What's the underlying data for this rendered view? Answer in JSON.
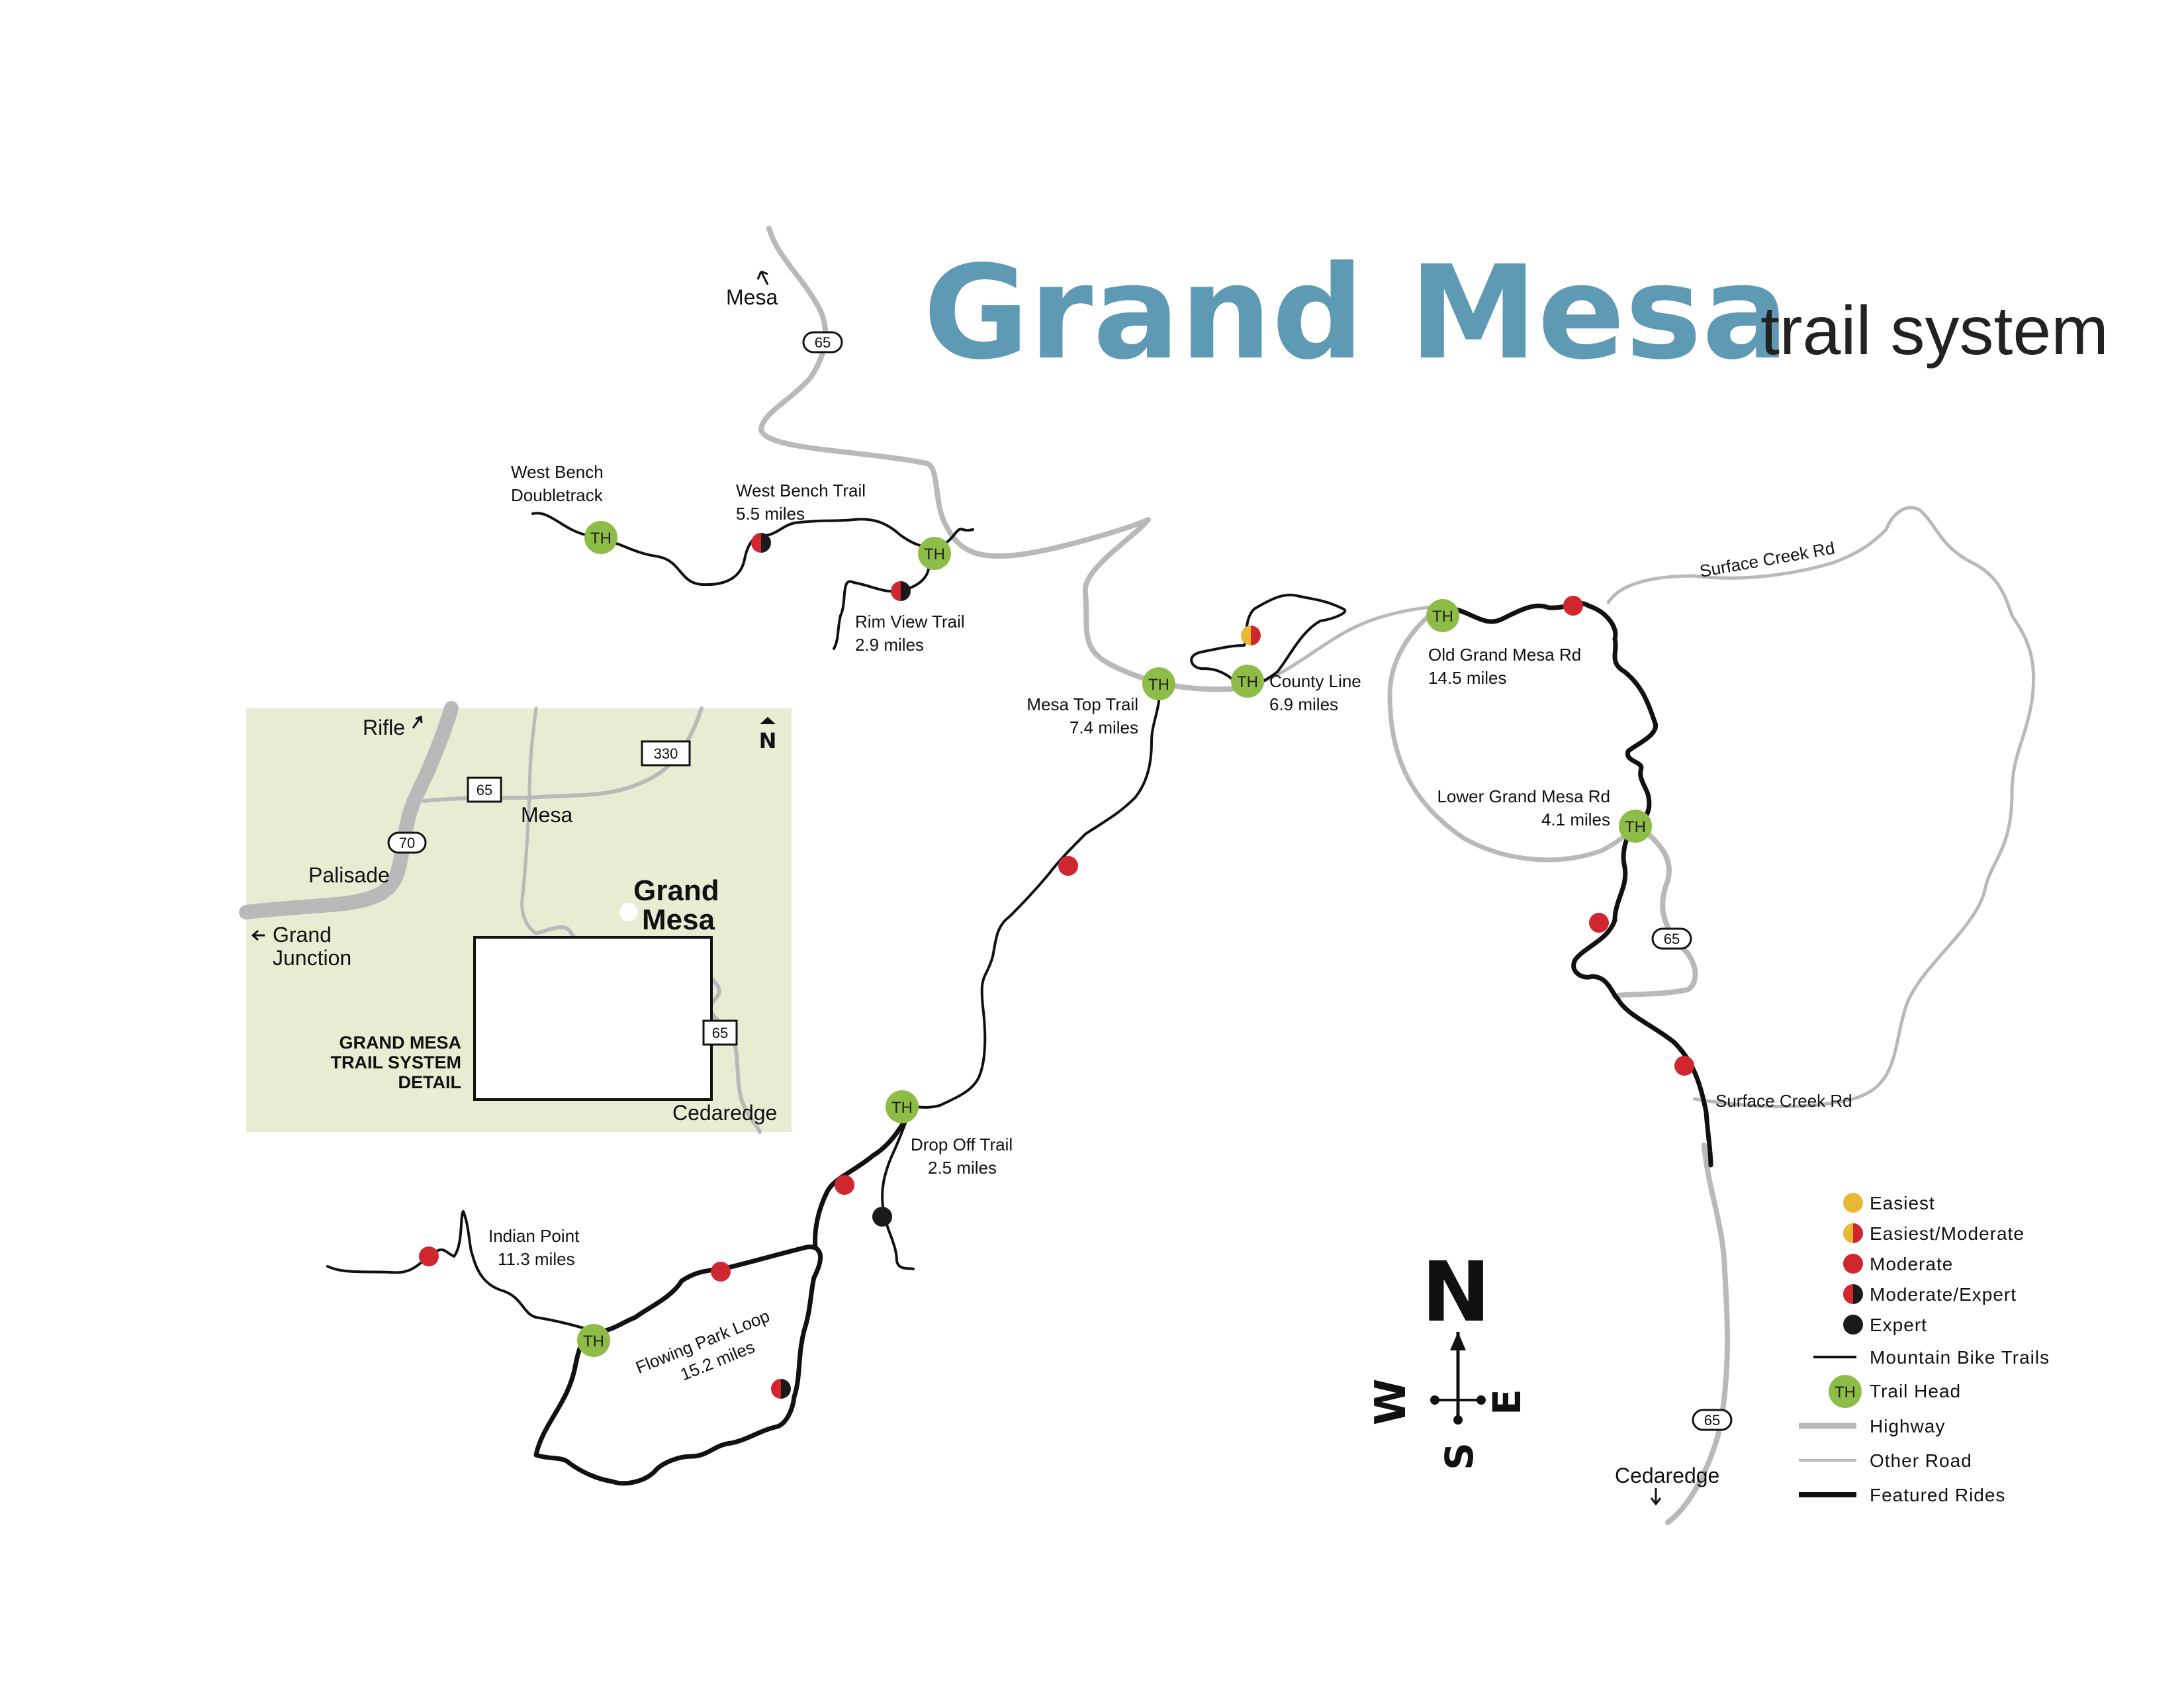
{
  "title": {
    "main": "Grand Mesa",
    "sub": "trail system"
  },
  "places": {
    "mesa_top": "Mesa",
    "cedaredge_bottom": "Cedaredge"
  },
  "highway_shields": {
    "top": "65",
    "mid": "65",
    "bottom": "65"
  },
  "trails": {
    "west_bench_doubletrack": {
      "line1": "West Bench",
      "line2": "Doubletrack"
    },
    "west_bench_trail": {
      "line1": "West Bench Trail",
      "line2": "5.5 miles"
    },
    "rim_view_trail": {
      "line1": "Rim View Trail",
      "line2": "2.9 miles"
    },
    "mesa_top_trail": {
      "line1": "Mesa Top Trail",
      "line2": "7.4 miles"
    },
    "county_line": {
      "line1": "County Line",
      "line2": "6.9 miles"
    },
    "old_grand_mesa_rd": {
      "line1": "Old Grand Mesa Rd",
      "line2": "14.5 miles"
    },
    "lower_grand_mesa_rd": {
      "line1": "Lower Grand Mesa Rd",
      "line2": "4.1 miles"
    },
    "drop_off_trail": {
      "line1": "Drop Off Trail",
      "line2": "2.5 miles"
    },
    "indian_point": {
      "line1": "Indian Point",
      "line2": "11.3 miles"
    },
    "flowing_park_loop": {
      "line1": "Flowing Park Loop",
      "line2": "15.2 miles"
    }
  },
  "roads": {
    "surface_creek_rd_top": "Surface Creek Rd",
    "surface_creek_rd_bottom": "Surface Creek Rd"
  },
  "trailhead_marker": "TH",
  "inset": {
    "rifle": "Rifle",
    "palisade": "Palisade",
    "grand_junction": {
      "line1": "Grand",
      "line2": "Junction"
    },
    "mesa": "Mesa",
    "grand_mesa": {
      "line1": "Grand",
      "line2": "Mesa"
    },
    "cedaredge": "Cedaredge",
    "detail_box": {
      "line1": "GRAND MESA",
      "line2": "TRAIL SYSTEM",
      "line3": "DETAIL"
    },
    "north": "N",
    "shields": {
      "i70": "70",
      "sh65_top": "65",
      "sh330": "330",
      "sh65_bottom": "65"
    }
  },
  "compass": {
    "n": "N",
    "s": "S",
    "e": "E",
    "w": "W"
  },
  "legend": [
    {
      "label": "Easiest",
      "symbol": "easiest"
    },
    {
      "label": "Easiest/Moderate",
      "symbol": "easiest-moderate"
    },
    {
      "label": "Moderate",
      "symbol": "moderate"
    },
    {
      "label": "Moderate/Expert",
      "symbol": "moderate-expert"
    },
    {
      "label": "Expert",
      "symbol": "expert"
    },
    {
      "label": "Mountain Bike Trails",
      "symbol": "thin-black-line"
    },
    {
      "label": "Trail Head",
      "symbol": "trailhead-circle"
    },
    {
      "label": "Highway",
      "symbol": "thick-gray-line"
    },
    {
      "label": "Other Road",
      "symbol": "thin-gray-line"
    },
    {
      "label": "Featured Rides",
      "symbol": "thick-black-line"
    }
  ],
  "colors": {
    "title_blue": "#5f9ab5",
    "inset_bg": "#e6edd3",
    "trailhead_green": "#8dbd47",
    "moderate_red": "#cf2630",
    "easiest_yellow": "#e8b832",
    "expert_black": "#1a1a1a",
    "road_gray": "#b9b9b9"
  }
}
